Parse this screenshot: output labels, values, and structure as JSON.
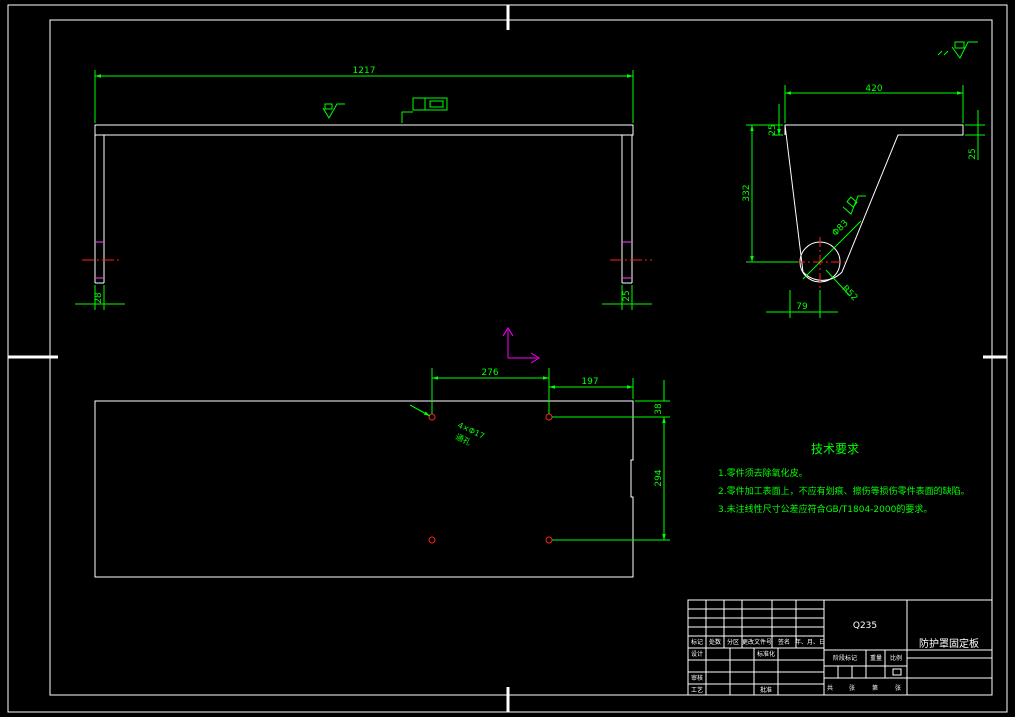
{
  "colors": {
    "background": "#000000",
    "part": "#ffffff",
    "dimension": "#00ff00",
    "centerline": "#ff2020",
    "hidden": "#ff40ff",
    "ucs": "#ff00ff"
  },
  "views": {
    "front": {
      "overall_width": "1217",
      "left_offset": "28",
      "right_offset": "25"
    },
    "side": {
      "width": "420",
      "top_thickness": "25",
      "right_thickness": "25",
      "height": "332",
      "bottom_offset": "79",
      "hole_diameter": "Φ83",
      "outer_radius": "R52"
    },
    "plan": {
      "hole_spacing_x": "276",
      "edge_x": "197",
      "edge_y": "38",
      "hole_spacing_y": "294",
      "hole_note": "4×Φ17",
      "hole_note2": "通孔"
    }
  },
  "tech_requirements": {
    "title": "技术要求",
    "items": [
      "1.零件须去除氧化皮。",
      "2.零件加工表面上，不应有划痕、擦伤等损伤零件表面的缺陷。",
      "3.未注线性尺寸公差应符合GB/T1804-2000的要求。"
    ]
  },
  "title_block": {
    "material": "Q235",
    "part_name": "防护罩固定板",
    "row_labels": [
      "标记",
      "处数",
      "分区",
      "更改文件号",
      "签名",
      "年、月、日"
    ],
    "design": "设计",
    "standardize": "标准化",
    "review": "审核",
    "process": "工艺",
    "approve": "批准",
    "stage_mark": "阶段标记",
    "weight": "重量",
    "scale": "比例",
    "sheets": [
      "共",
      "张",
      "第",
      "张"
    ]
  }
}
